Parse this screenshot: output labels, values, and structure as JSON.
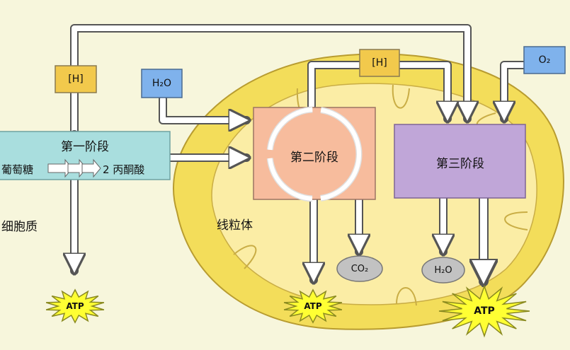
{
  "stage1": {
    "title": "第一阶段",
    "glucose": "葡萄糖",
    "pyruvate": "2 丙酮酸"
  },
  "stage2": {
    "title": "第二阶段"
  },
  "stage3": {
    "title": "第三阶段"
  },
  "labels": {
    "cytoplasm": "细胞质",
    "mitochondrion": "线粒体"
  },
  "tags": {
    "h_left": "[H]",
    "h_mid": "[H]",
    "h2o_in": "H₂O",
    "o2_in": "O₂",
    "co2_out": "CO₂",
    "h2o_out": "H₂O"
  },
  "atp": {
    "left": "ATP",
    "middle": "ATP",
    "right": "ATP"
  },
  "colors": {
    "background": "#f7f6dc",
    "mitochondrion": "#f3dd5a",
    "stage1": "#a9dede",
    "stage2": "#f7bc9d",
    "stage3": "#c0a6d8",
    "tag": "#f2c94c",
    "blue_tag": "#7fb2ec",
    "atp": "#ffff33"
  }
}
